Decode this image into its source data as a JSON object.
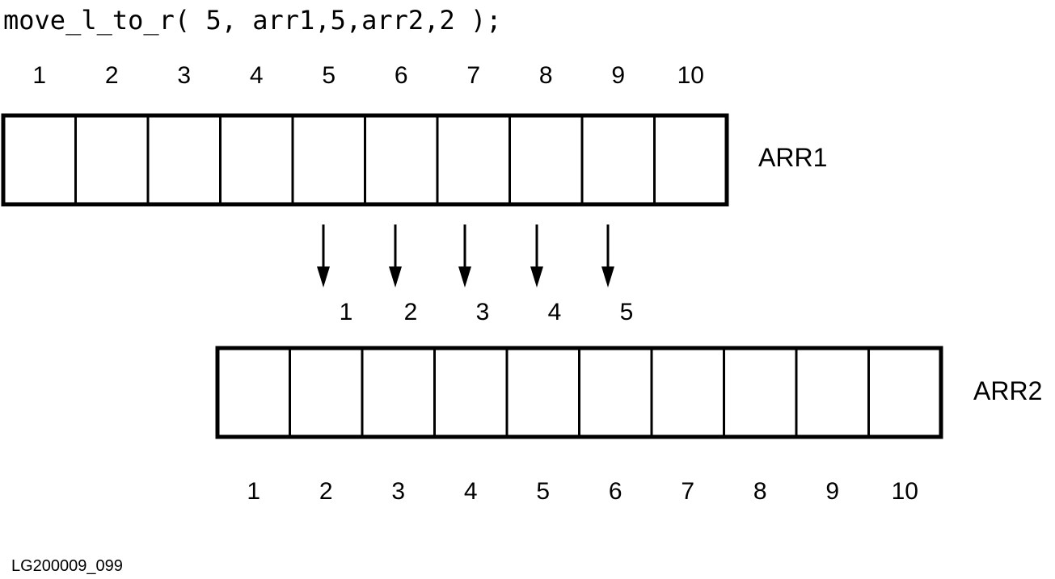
{
  "code_line": "move_l_to_r( 5, arr1,5,arr2,2 );",
  "arr1": {
    "label": "ARR1",
    "indices": [
      "1",
      "2",
      "3",
      "4",
      "5",
      "6",
      "7",
      "8",
      "9",
      "10"
    ]
  },
  "arr2": {
    "label": "ARR2",
    "indices": [
      "1",
      "2",
      "3",
      "4",
      "5",
      "6",
      "7",
      "8",
      "9",
      "10"
    ]
  },
  "moves": {
    "count_labels": [
      "1",
      "2",
      "3",
      "4",
      "5"
    ]
  },
  "figure_id": "LG200009_099",
  "colors": {
    "ink": "#000000",
    "background": "#ffffff"
  }
}
